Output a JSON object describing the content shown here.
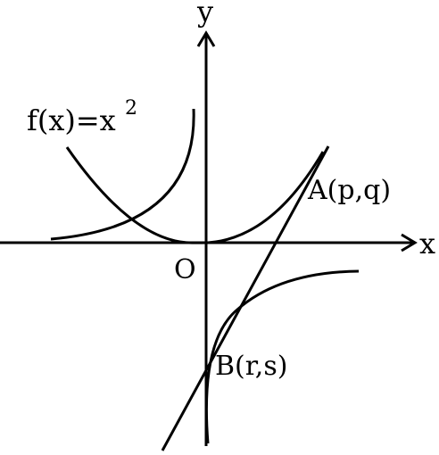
{
  "labels": {
    "x_axis": "x",
    "y_axis": "y",
    "origin": "O",
    "function_main": "f(x)=x",
    "function_exponent": "2",
    "point_a": "A(p,q)",
    "point_b": "B(r,s)"
  },
  "colors": {
    "background": "#ffffff",
    "ink": "#000000"
  }
}
